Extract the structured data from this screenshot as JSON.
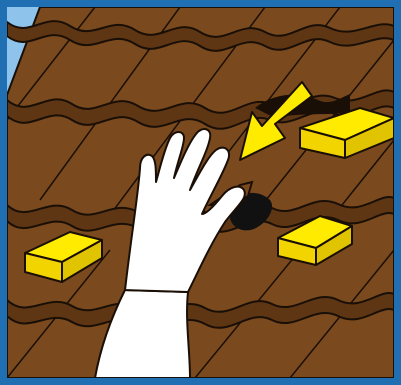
{
  "illustration": {
    "frame_color": "#1f6fb2",
    "sky_color": "#8ec3ec",
    "tile_color": "#7a4a1e",
    "tile_shadow_color": "#5e3614",
    "outline_color": "#1a0f06",
    "wedge_color": "#ffeb00",
    "arrow_color": "#ffeb00",
    "hand_color": "#ffffff",
    "hole_color": "#111111",
    "icons": [
      "roof-tiles",
      "yellow-wedge",
      "yellow-arrow",
      "gloved-hand",
      "tile-hole"
    ]
  }
}
